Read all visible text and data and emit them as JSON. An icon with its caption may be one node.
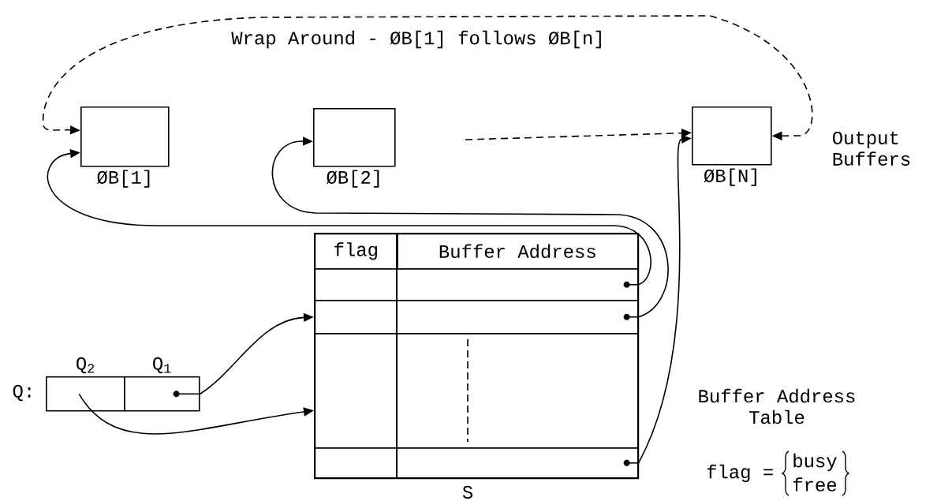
{
  "diagram": {
    "nodes": [
      {
        "text": [
          "ØB[1]"
        ]
      },
      {
        "text": [
          "ØB[2]"
        ]
      },
      {
        "text": [
          "ØB[N]"
        ]
      },
      {
        "text": [
          "Q$_{2}$"
        ],
        "beside": [
          "Q:"
        ]
      },
      {
        "text": [
          "Q$_{1}$"
        ]
      },
      {
        "text": [],
        "shape": "box",
        "beside": [
          "S"
        ]
      },
      {
        "text": [
          "flag"
        ],
        "in": 5
      },
      {
        "text": [
          "Buffer Address"
        ],
        "in": 5
      },
      {
        "text": [],
        "shape": "box",
        "in": 5
      },
      {
        "text": [],
        "shape": "box",
        "in": 5
      },
      {
        "text": [],
        "shape": "box",
        "in": 5
      },
      {
        "text": [],
        "shape": "box",
        "in": 5
      }
    ],
    "edges": [
      {
        "from": 8,
        "to": 0,
        "arrow": "to"
      },
      {
        "from": 9,
        "to": 1,
        "arrow": "to"
      },
      {
        "from": 11,
        "to": 2,
        "arrow": "to"
      },
      {
        "from": 4,
        "to": 9,
        "arrow": "to"
      },
      {
        "from": 3,
        "to": 10,
        "arrow": "to"
      },
      {
        "from": 2,
        "to": 0,
        "arrow": "both",
        "style": "dashed"
      },
      {
        "from": null,
        "to": 2,
        "arrow": "to",
        "style": "dashed"
      }
    ],
    "labels": [
      "Wrap Around - ØB[1] follows ØB[n]",
      "Output Buffers",
      "Buffer Address Table",
      "flag =",
      "busy",
      "free"
    ]
  }
}
